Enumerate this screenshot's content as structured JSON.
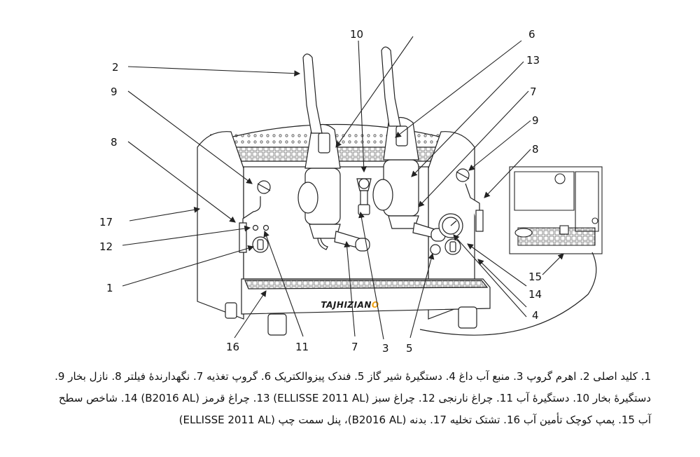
{
  "labels": {
    "n1": "1",
    "n2": "2",
    "n3": "3",
    "n4": "4",
    "n5": "5",
    "n6": "6",
    "n7a": "7",
    "n7b": "7",
    "n8a": "8",
    "n8b": "8",
    "n9a": "9",
    "n9b": "9",
    "n10": "10",
    "n11": "11",
    "n12": "12",
    "n13": "13",
    "n14": "14",
    "n15": "15",
    "n16": "16",
    "n17": "17"
  },
  "logo": {
    "main": "TAJHIZIAN",
    "accent": "O"
  },
  "caption": {
    "line1": "1. کلید اصلی 2. اهرم گروپ 3. منبع آب داغ 4. دستگیرهٔ شیر گاز 5. فندک پیزوالکتریک 6. گروپ تغذیه 7. نگهدارندهٔ فیلتر 8. نازل بخار 9.",
    "line2": "دستگیرهٔ بخار 10. دستگیرهٔ آب 11. چراغ نارنجی 12. چراغ سبز (ELLISSE 2011 AL) 13. چراغ قرمز (B2016 AL) 14. شاخص سطح",
    "line3": "آب 15. پمپ کوچک تأمین آب 16. تشتک تخلیه 17. بدنه (B2016 AL)، پنل سمت چپ (ELLISSE 2011 AL)"
  },
  "colors": {
    "line": "#222222",
    "accent": "#f2a516"
  }
}
